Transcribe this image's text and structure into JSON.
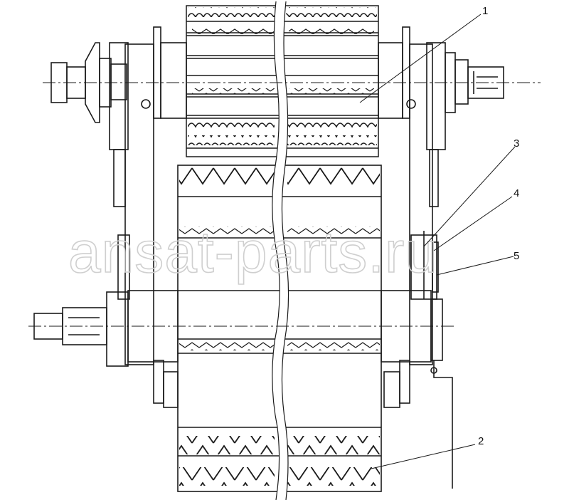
{
  "callouts": [
    {
      "label": "1"
    },
    {
      "label": "2"
    },
    {
      "label": "3"
    },
    {
      "label": "4"
    },
    {
      "label": "5"
    }
  ],
  "watermark": "ansat-parts.ru",
  "colors": {
    "line": "#1a1a1a",
    "watermark": "#cfcfcf",
    "background": "#ffffff"
  }
}
